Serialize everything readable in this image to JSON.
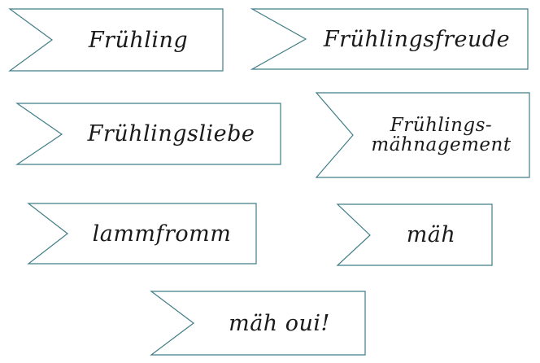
{
  "banners": [
    {
      "text": "Frühling"
    },
    {
      "text": "Frühlingsfreude"
    },
    {
      "text": "Frühlingsliebe"
    },
    {
      "line1": "Frühlings-",
      "line2": "mähnagement"
    },
    {
      "text": "lammfromm"
    },
    {
      "text": "mäh"
    },
    {
      "text": "mäh oui!"
    }
  ],
  "colors": {
    "outline": "#3f7d86",
    "ink": "#1a1a1a"
  }
}
